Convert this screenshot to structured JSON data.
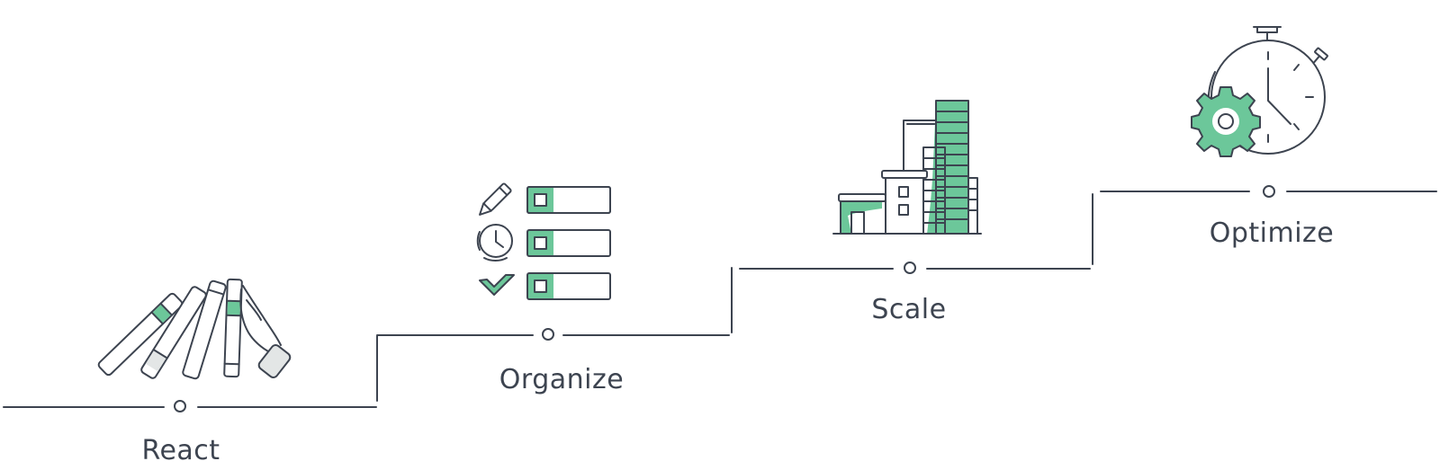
{
  "steps": [
    {
      "label": "React",
      "icon": "falling-dominoes-icon"
    },
    {
      "label": "Organize",
      "icon": "checklist-icon"
    },
    {
      "label": "Scale",
      "icon": "buildings-icon"
    },
    {
      "label": "Optimize",
      "icon": "stopwatch-gear-icon"
    }
  ],
  "colors": {
    "ink": "#3d4450",
    "accent": "#6cc79a",
    "light_fill": "#e3e6e6"
  }
}
